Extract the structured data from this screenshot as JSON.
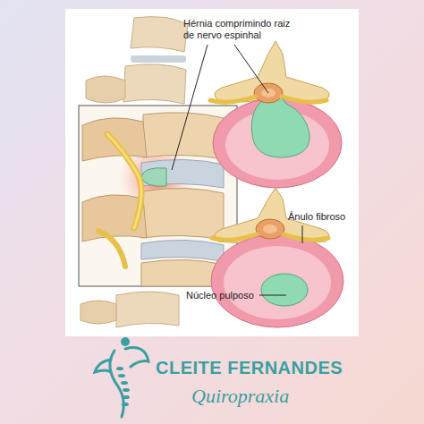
{
  "diagram": {
    "labels": [
      "Hérnia comprimindo raiz de nervo espinhal",
      "Ânulo fibroso",
      "Núcleo pulposo",
      "CLEITE FERNANDES",
      "Quiropraxia"
    ]
  }
}
